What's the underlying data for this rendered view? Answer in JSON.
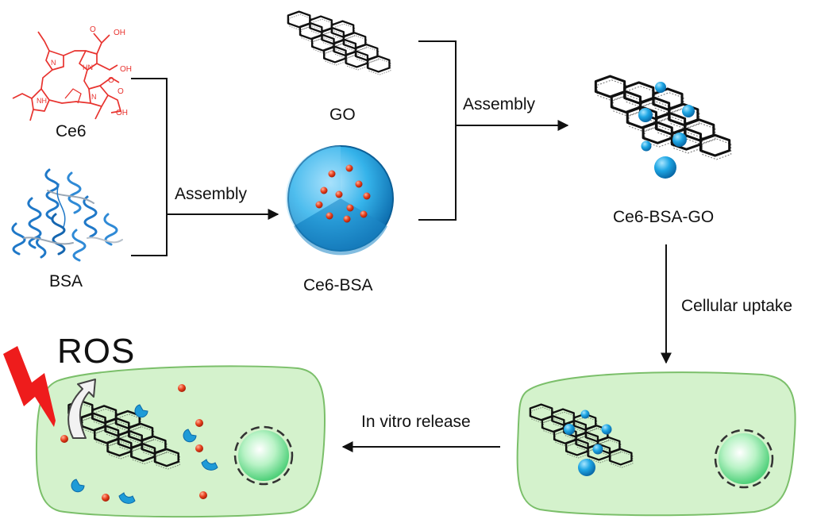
{
  "labels": {
    "ce6": "Ce6",
    "bsa": "BSA",
    "go": "GO",
    "ce6_bsa": "Ce6-BSA",
    "ce6_bsa_go": "Ce6-BSA-GO",
    "assembly_1": "Assembly",
    "assembly_2": "Assembly",
    "cellular_uptake": "Cellular uptake",
    "in_vitro_release": "In vitro release",
    "ros": "ROS"
  },
  "molecule_text": {
    "oh_1": "OH",
    "oh_2": "OH",
    "oh_3": "OH",
    "nh_1": "NH",
    "hn_1": "HN",
    "n_1": "N",
    "n_2": "N",
    "o_1": "O",
    "o_2": "O",
    "o_3": "O"
  },
  "colors": {
    "ce6": "#e8332f",
    "bsa": "#1f78c8",
    "protein_blue": "#1e9bd7",
    "red_dot": "#e23d1e",
    "cell_fill": "#d4f2cc",
    "cell_stroke": "#7bbf6a",
    "nucleus": "#7be09a",
    "lightning": "#ee1c1c",
    "line": "#111111"
  }
}
